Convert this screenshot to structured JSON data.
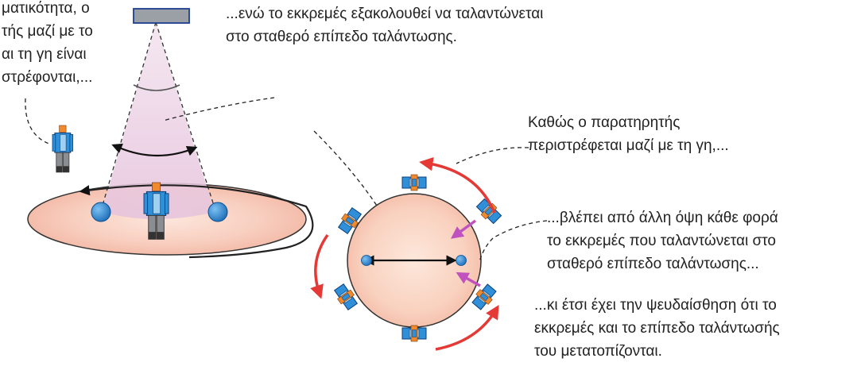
{
  "colors": {
    "disc_pink": "#f6c9c5",
    "cone_pink": "#e9cbe0",
    "bob_blue": "#2a83d0",
    "arrow_red": "#e53935",
    "arrow_purple": "#c052c0",
    "support_gray": "#9aa0a6",
    "support_border": "#1d3f8f",
    "text": "#222222"
  },
  "icons": [
    "observer-figure",
    "pendulum-bob",
    "rotation-arrow"
  ],
  "labels": {
    "left_partial": [
      "ματικότητα, ο",
      "τής μαζί με το",
      "αι τη γη είναι",
      "στρέφονται,..."
    ],
    "top": [
      "...ενώ το εκκρεμές εξακολουθεί να ταλαντώνεται",
      "στο σταθερό επίπεδο ταλάντωσης."
    ],
    "observer_rotates": [
      "Καθώς ο παρατηρητής",
      "περιστρέφεται μαζί με τη γη,..."
    ],
    "different_view": [
      "...βλέπει από άλλη όψη κάθε φορά",
      "το εκκρεμές που ταλαντώνεται στο",
      "σταθερό επίπεδο ταλάντωσης..."
    ],
    "illusion": [
      "...κι έτσι έχει την ψευδαίσθηση ότι το",
      "εκκρεμές και το επίπεδο ταλάντωσής",
      "του μετατοπίζονται."
    ]
  }
}
